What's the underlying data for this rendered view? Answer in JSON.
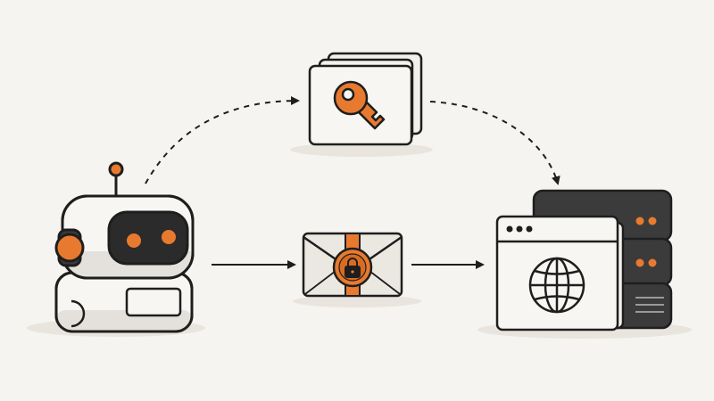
{
  "colors": {
    "background": "#f6f4f0",
    "ink": "#1e1e1e",
    "accent": "#e87a2f",
    "card_fill": "#f7f6f3",
    "envelope_fill": "#ebe8e2",
    "server_dark": "#3b3b3b",
    "shadow": "#e6e2da"
  },
  "nodes": {
    "agent": {
      "icon": "robot-icon"
    },
    "credentials": {
      "icon": "key-icon"
    },
    "message": {
      "icon": "sealed-envelope-lock-icon"
    },
    "destination": {
      "icon": "globe-browser-server-icon"
    }
  },
  "edges": [
    {
      "from": "agent",
      "to": "credentials",
      "style": "dashed"
    },
    {
      "from": "credentials",
      "to": "destination",
      "style": "dashed"
    },
    {
      "from": "agent",
      "to": "message",
      "style": "solid"
    },
    {
      "from": "message",
      "to": "destination",
      "style": "solid"
    }
  ]
}
